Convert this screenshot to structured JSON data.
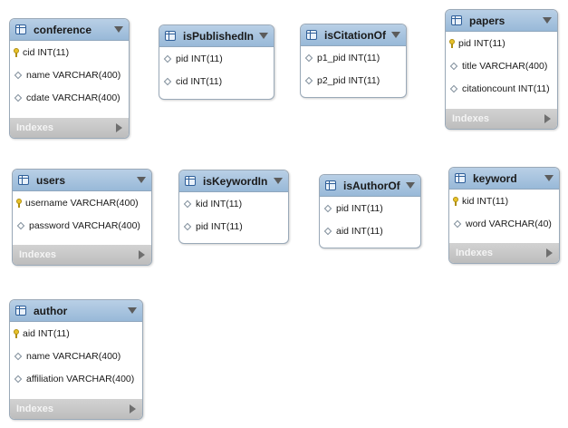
{
  "tables": {
    "conference": {
      "name": "conference",
      "columns": [
        "cid INT(11)",
        "name VARCHAR(400)",
        "cdate VARCHAR(400)"
      ],
      "indexes": "Indexes"
    },
    "isPublishedIn": {
      "name": "isPublishedIn",
      "columns": [
        "pid INT(11)",
        "cid INT(11)"
      ]
    },
    "isCitationOf": {
      "name": "isCitationOf",
      "columns": [
        "p1_pid INT(11)",
        "p2_pid INT(11)"
      ]
    },
    "papers": {
      "name": "papers",
      "columns": [
        "pid INT(11)",
        "title VARCHAR(400)",
        "citationcount INT(11)"
      ],
      "indexes": "Indexes"
    },
    "users": {
      "name": "users",
      "columns": [
        "username VARCHAR(400)",
        "password VARCHAR(400)"
      ],
      "indexes": "Indexes"
    },
    "isKeywordIn": {
      "name": "isKeywordIn",
      "columns": [
        "kid INT(11)",
        "pid INT(11)"
      ]
    },
    "isAuthorOf": {
      "name": "isAuthorOf",
      "columns": [
        "pid INT(11)",
        "aid INT(11)"
      ]
    },
    "keyword": {
      "name": "keyword",
      "columns": [
        "kid INT(11)",
        "word VARCHAR(40)"
      ],
      "indexes": "Indexes"
    },
    "author": {
      "name": "author",
      "columns": [
        "aid INT(11)",
        "name VARCHAR(400)",
        "affiliation VARCHAR(400)"
      ],
      "indexes": "Indexes"
    }
  },
  "icons": {
    "primary_key": "key-icon",
    "column": "diamond-icon",
    "table": "table-icon",
    "expand": "chevron-down-icon",
    "indexes": "triangle-right-icon"
  }
}
